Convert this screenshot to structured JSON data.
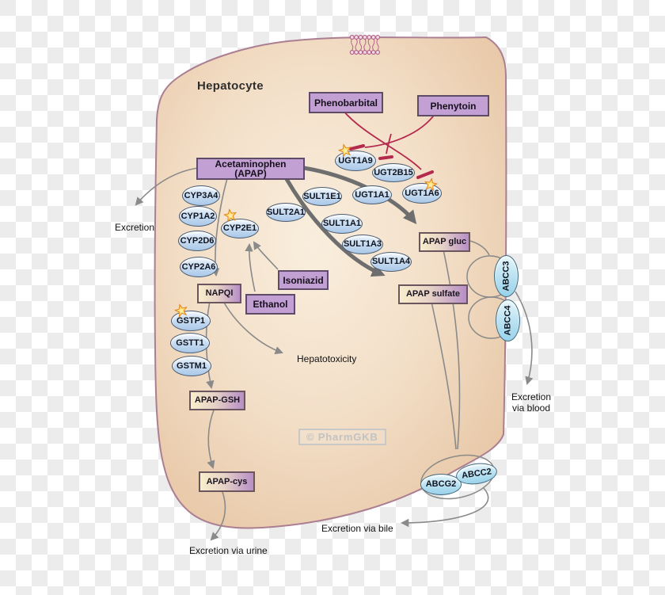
{
  "diagram_title": "Hepatocyte",
  "watermark": "© PharmGKB",
  "drugs": {
    "phenobarbital": "Phenobarbital",
    "phenytoin": "Phenytoin",
    "acetaminophen": "Acetaminophen (APAP)",
    "isoniazid": "Isoniazid",
    "ethanol": "Ethanol"
  },
  "metabolites": {
    "napqi": "NAPQI",
    "apap_gluc": "APAP gluc",
    "apap_sulfate": "APAP sulfate",
    "apap_gsh": "APAP-GSH",
    "apap_cys": "APAP-cys"
  },
  "enzymes": {
    "cyp3a4": "CYP3A4",
    "cyp1a2": "CYP1A2",
    "cyp2d6": "CYP2D6",
    "cyp2a6": "CYP2A6",
    "cyp2e1": "CYP2E1",
    "sult2a1": "SULT2A1",
    "sult1e1": "SULT1E1",
    "sult1a1": "SULT1A1",
    "sult1a3": "SULT1A3",
    "sult1a4": "SULT1A4",
    "ugt1a9": "UGT1A9",
    "ugt2b15": "UGT2B15",
    "ugt1a1": "UGT1A1",
    "ugt1a6": "UGT1A6",
    "gstp1": "GSTP1",
    "gstt1": "GSTT1",
    "gstm1": "GSTM1"
  },
  "transporters": {
    "abcc3": "ABCC3",
    "abcc4": "ABCC4",
    "abcg2": "ABCG2",
    "abcc2": "ABCC2"
  },
  "labels": {
    "excretion": "Excretion",
    "hepatotoxicity": "Hepatotoxicity",
    "excretion_blood_line1": "Excretion",
    "excretion_blood_line2": "via blood",
    "excretion_bile": "Excretion via bile",
    "excretion_urine": "Excretion via urine"
  },
  "starred_genes": [
    "UGT1A9",
    "UGT1A6",
    "CYP2E1",
    "GSTP1"
  ],
  "colors": {
    "cell_fill": "#f0d9c0",
    "cell_border": "#ab7e92",
    "drug_box": "#c3a0d4",
    "enzyme_fill": "#cfe1f4",
    "transporter_fill": "#c3e6f4",
    "inhibition_line": "#b32a4c",
    "arrow_gray": "#8a8a8a",
    "star": "#ffd24d"
  }
}
